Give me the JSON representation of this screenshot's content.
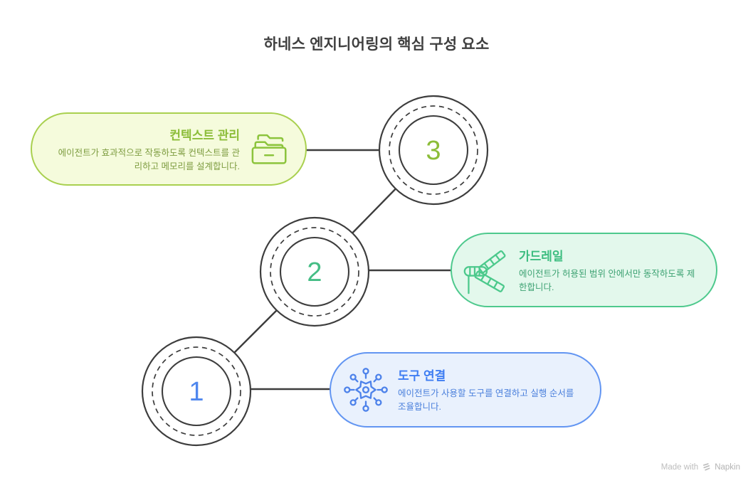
{
  "title": "하네스 엔지니어링의 핵심 구성 요소",
  "colors": {
    "outline": "#3d3d3d",
    "lime_accent": "#8cbd39",
    "green_accent": "#3dbd80",
    "blue_accent": "#3e7df2",
    "lime_bg": "#f5fbdc",
    "green_bg": "#e3f8ec",
    "blue_bg": "#e9f1fd"
  },
  "steps": [
    {
      "number": "1",
      "color": "#4f87ee"
    },
    {
      "number": "2",
      "color": "#45bd85"
    },
    {
      "number": "3",
      "color": "#8cbd39"
    }
  ],
  "cards": [
    {
      "id": "context-management",
      "step": "3",
      "title": "컨텍스트 관리",
      "body": "에이전트가 효과적으로 작동하도록 컨텍스트를 관리하고 메모리를 설계합니다.",
      "icon": "folder-stack-icon"
    },
    {
      "id": "guardrail",
      "step": "2",
      "title": "가드레일",
      "body": "에이전트가 허용된 범위 안에서만 동작하도록 제한합니다.",
      "icon": "guardrail-icon"
    },
    {
      "id": "tool-connection",
      "step": "1",
      "title": "도구 연결",
      "body": "에이전트가 사용할 도구를 연결하고 실행 순서를 조율합니다.",
      "icon": "network-hub-icon"
    }
  ],
  "watermark": {
    "made_with": "Made with",
    "brand": "Napkin"
  }
}
